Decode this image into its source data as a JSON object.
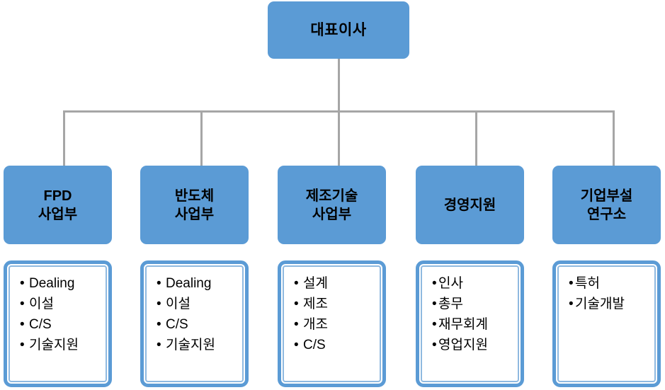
{
  "chart": {
    "type": "org-chart",
    "title": "",
    "root": {
      "label": "대표이사"
    },
    "departments": [
      {
        "label": "FPD\n사업부",
        "items": [
          "Dealing",
          "이설",
          "C/S",
          "기술지원"
        ],
        "bullet": "•",
        "bullet_spacing": "wide"
      },
      {
        "label": "반도체\n사업부",
        "items": [
          "Dealing",
          "이설",
          "C/S",
          "기술지원"
        ],
        "bullet": "•",
        "bullet_spacing": "wide"
      },
      {
        "label": "제조기술\n사업부",
        "items": [
          "설계",
          "제조",
          "개조",
          "C/S"
        ],
        "bullet": "•",
        "bullet_spacing": "wide"
      },
      {
        "label": "경영지원",
        "items": [
          "인사",
          "총무",
          "재무회계",
          "영업지원"
        ],
        "bullet": "•",
        "bullet_spacing": "tight"
      },
      {
        "label": "기업부설\n연구소",
        "items": [
          "특허",
          "기술개발"
        ],
        "bullet": "•",
        "bullet_spacing": "tight"
      }
    ],
    "colors": {
      "node_fill": "#5B9BD5",
      "node_text": "#000000",
      "connector": "#a6a6a6",
      "detail_border_outer": "#5B9BD5",
      "detail_border_inner": "#8FB9E0",
      "detail_fill": "#ffffff"
    }
  }
}
